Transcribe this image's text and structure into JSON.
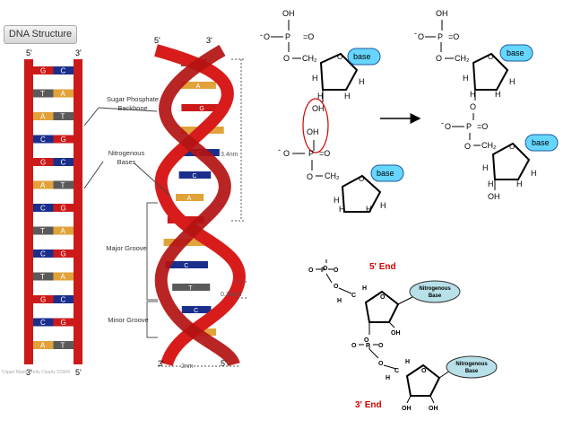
{
  "ladder": {
    "title": "DNA Structure",
    "top_left": "5'",
    "top_right": "3'",
    "bottom_left": "3'",
    "bottom_right": "5'",
    "pairs": [
      {
        "l": "G",
        "r": "C"
      },
      {
        "l": "T",
        "r": "A"
      },
      {
        "l": "A",
        "r": "T"
      },
      {
        "l": "C",
        "r": "G"
      },
      {
        "l": "G",
        "r": "C"
      },
      {
        "l": "A",
        "r": "T"
      },
      {
        "l": "C",
        "r": "G"
      },
      {
        "l": "T",
        "r": "A"
      },
      {
        "l": "C",
        "r": "G"
      },
      {
        "l": "T",
        "r": "A"
      },
      {
        "l": "G",
        "r": "C"
      },
      {
        "l": "C",
        "r": "G"
      },
      {
        "l": "A",
        "r": "T"
      }
    ],
    "credit": "Clipart Made Pretty Clearly ©2004",
    "colors": {
      "backbone": "#cc1a1a",
      "A": "#e2a23a",
      "T": "#5a5a5a",
      "G": "#cc1a1a",
      "C": "#1a2e8c"
    }
  },
  "helix": {
    "top_left": "5'",
    "top_right": "3'",
    "bottom_left": "3'",
    "bottom_right": "5'",
    "backbone_label": "Sugar Phosphate\nBackbone",
    "bases_label": "Nitrogenous\nBases",
    "major_groove": "Major Groove",
    "minor_groove": "Minor Groove",
    "pitch": "3.4nm",
    "rise": "0.34nm",
    "width": "2nm",
    "rungs": [
      "T",
      "A",
      "G",
      "A",
      "C",
      "C",
      "A",
      "G",
      "A",
      "C",
      "T",
      "C",
      "A"
    ]
  },
  "reaction": {
    "oh": "OH",
    "o": "O",
    "p": "P",
    "h": "H",
    "ch2": "CH₂",
    "minus": "-",
    "base": "base",
    "water_oh": "OH"
  },
  "strand": {
    "five_end": "5' End",
    "three_end": "3' End",
    "base_label": "Nitrogenous\nBase",
    "oh": "OH",
    "o": "O",
    "p": "P",
    "c": "C",
    "h": "H"
  }
}
